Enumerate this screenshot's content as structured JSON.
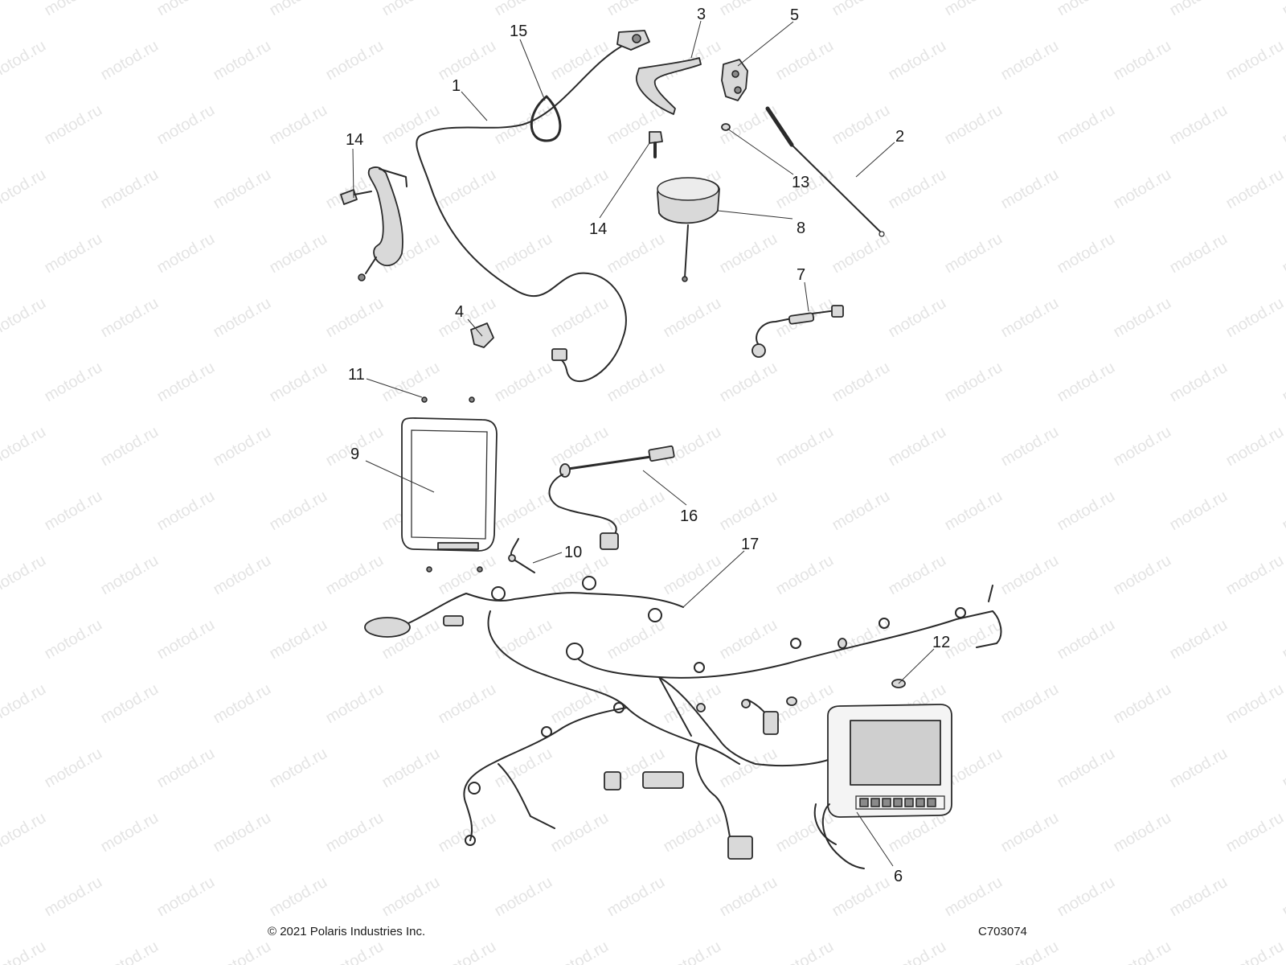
{
  "watermark": {
    "text": "motod.ru"
  },
  "callouts": [
    {
      "id": "1",
      "label": "1"
    },
    {
      "id": "2",
      "label": "2"
    },
    {
      "id": "3",
      "label": "3"
    },
    {
      "id": "4",
      "label": "4"
    },
    {
      "id": "5",
      "label": "5"
    },
    {
      "id": "6",
      "label": "6"
    },
    {
      "id": "7",
      "label": "7"
    },
    {
      "id": "8",
      "label": "8"
    },
    {
      "id": "9",
      "label": "9"
    },
    {
      "id": "10",
      "label": "10"
    },
    {
      "id": "11",
      "label": "11"
    },
    {
      "id": "12",
      "label": "12"
    },
    {
      "id": "13",
      "label": "13"
    },
    {
      "id": "14a",
      "label": "14"
    },
    {
      "id": "14b",
      "label": "14"
    },
    {
      "id": "15",
      "label": "15"
    },
    {
      "id": "16",
      "label": "16"
    },
    {
      "id": "17",
      "label": "17"
    }
  ],
  "footer": {
    "copyright": "© 2021 Polaris Industries Inc.",
    "drawing_number": "C703074"
  }
}
